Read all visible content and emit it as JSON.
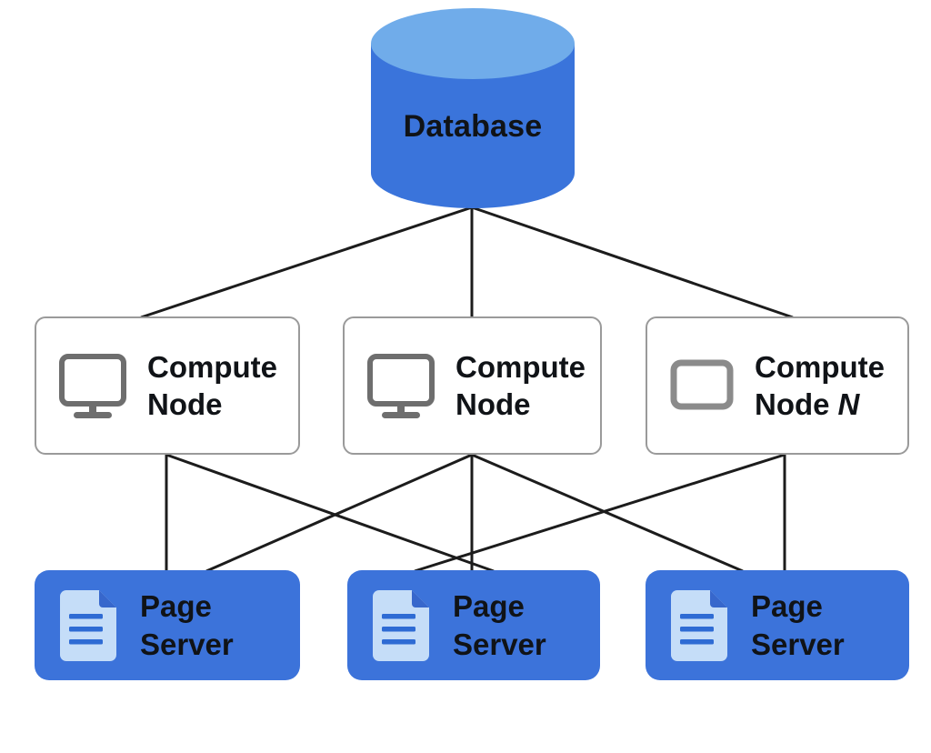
{
  "diagram": {
    "database": {
      "label": "Database",
      "icon": "database-cylinder-icon"
    },
    "compute_nodes": [
      {
        "id": "cn1",
        "label_line1": "Compute",
        "label_line2": "Node",
        "label_suffix": "",
        "icon": "monitor-icon"
      },
      {
        "id": "cn2",
        "label_line1": "Compute",
        "label_line2": "Node",
        "label_suffix": "",
        "icon": "monitor-icon"
      },
      {
        "id": "cn3",
        "label_line1": "Compute",
        "label_line2": "Node",
        "label_suffix": "N",
        "icon": "rectangle-icon"
      }
    ],
    "page_servers": [
      {
        "id": "ps1",
        "label_line1": "Page",
        "label_line2": "Server",
        "icon": "document-icon"
      },
      {
        "id": "ps2",
        "label_line1": "Page",
        "label_line2": "Server",
        "icon": "document-icon"
      },
      {
        "id": "ps3",
        "label_line1": "Page",
        "label_line2": "Server",
        "icon": "document-icon"
      }
    ],
    "edges": [
      {
        "from": "database",
        "to": "cn1"
      },
      {
        "from": "database",
        "to": "cn2"
      },
      {
        "from": "database",
        "to": "cn3"
      },
      {
        "from": "cn1",
        "to": "ps1"
      },
      {
        "from": "cn1",
        "to": "ps2"
      },
      {
        "from": "cn2",
        "to": "ps1"
      },
      {
        "from": "cn2",
        "to": "ps2"
      },
      {
        "from": "cn2",
        "to": "ps3"
      },
      {
        "from": "cn3",
        "to": "ps2"
      },
      {
        "from": "cn3",
        "to": "ps3"
      }
    ],
    "colors": {
      "canvas_bg": "#ffffff",
      "database_body": "#3A74DB",
      "database_top": "#70ACEA",
      "page_server_bg": "#3C73DA",
      "node_border": "#9A9A9A",
      "line": "#1C1C1C",
      "text": "#101317",
      "monitor_gray": "#6E6E6E",
      "rect_gray": "#8B8B8B",
      "doc_page": "#C5DDF8",
      "doc_fold": "#3767CC",
      "doc_lines": "#2E6BD4"
    }
  }
}
